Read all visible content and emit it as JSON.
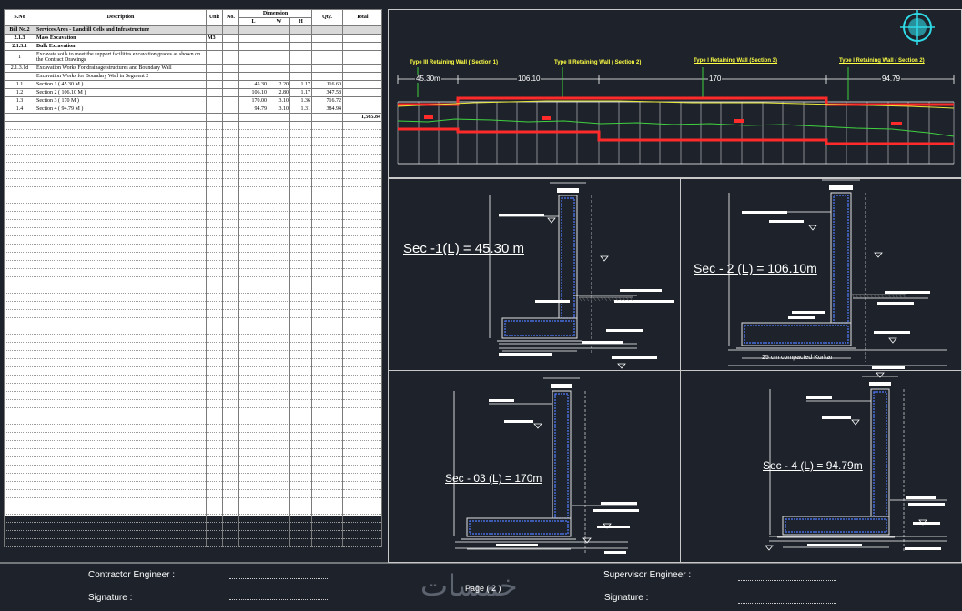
{
  "boq": {
    "headers": {
      "sno": "S.No",
      "description": "Description",
      "unit": "Unit",
      "no": "No.",
      "dimension": "Dimension",
      "l": "L",
      "w": "W",
      "h": "H",
      "qty": "Qty.",
      "total": "Total"
    },
    "rows": [
      {
        "sno": "Bill No.2",
        "desc": "Services Area - Landfill Cells and Infrastructure",
        "unit": "",
        "no": "",
        "l": "",
        "w": "",
        "h": "",
        "qty": "",
        "total": ""
      },
      {
        "sno": "2.1.3",
        "desc": "Mass Excavation",
        "unit": "M3",
        "no": "",
        "l": "",
        "w": "",
        "h": "",
        "qty": "",
        "total": ""
      },
      {
        "sno": "2.1.3.1",
        "desc": "Bulk Excavation",
        "unit": "",
        "no": "",
        "l": "",
        "w": "",
        "h": "",
        "qty": "",
        "total": ""
      },
      {
        "sno": "1",
        "desc": "Excavate soils to meet the support facilities excavation grades as shown on the Contract Drawings",
        "unit": "",
        "no": "",
        "l": "",
        "w": "",
        "h": "",
        "qty": "",
        "total": ""
      },
      {
        "sno": "2.1.3.1d",
        "desc": "Excavation Works For drainage structures and Boundary Wall",
        "unit": "",
        "no": "",
        "l": "",
        "w": "",
        "h": "",
        "qty": "",
        "total": ""
      },
      {
        "sno": "",
        "desc": "Excavation Works for Boundary Wall in Segment 2",
        "unit": "",
        "no": "",
        "l": "",
        "w": "",
        "h": "",
        "qty": "",
        "total": ""
      },
      {
        "sno": "1.1",
        "desc": "Section 1 ( 45.30 M )",
        "unit": "",
        "no": "",
        "l": "45.30",
        "w": "2.20",
        "h": "1.17",
        "qty": "116.60",
        "total": ""
      },
      {
        "sno": "1.2",
        "desc": "Section 2 ( 106.10 M )",
        "unit": "",
        "no": "",
        "l": "106.10",
        "w": "2.80",
        "h": "1.17",
        "qty": "347.58",
        "total": ""
      },
      {
        "sno": "1.3",
        "desc": "Section 3 ( 170 M )",
        "unit": "",
        "no": "",
        "l": "170.00",
        "w": "3.10",
        "h": "1.36",
        "qty": "716.72",
        "total": ""
      },
      {
        "sno": "1.4",
        "desc": "Section 4 ( 94.79  M )",
        "unit": "",
        "no": "",
        "l": "94.79",
        "w": "3.10",
        "h": "1.31",
        "qty": "384.94",
        "total": ""
      },
      {
        "sno": "",
        "desc": "",
        "unit": "",
        "no": "",
        "l": "",
        "w": "",
        "h": "",
        "qty": "",
        "total": "1,565.84"
      }
    ]
  },
  "profile": {
    "types": [
      "Type III Retaining Wall ( Section 1)",
      "Type II Retaining Wall ( Section 2)",
      "Type I Retaining Wall (Section 3)",
      "Type I Retaining Wall ( Section 2)"
    ],
    "dims": [
      "45.30m",
      "106.10",
      "170",
      "94.79"
    ]
  },
  "sections": {
    "sec1": "Sec -1(L) = 45.30 m",
    "sec2": "Sec - 2 (L) = 106.10m",
    "sec3": "Sec - 03 (L) = 170m",
    "sec4": "Sec - 4 (L) = 94.79m",
    "kurkar": "25 cm compacted Kurkar"
  },
  "footer": {
    "contractor": "Contractor Engineer :",
    "signature_left": "Signature :",
    "supervisor": "Supervisor Engineer :",
    "signature_right": "Signature :",
    "page": "Page ( 2 )",
    "watermark": "خمسات"
  },
  "colors": {
    "background": "#1e232b",
    "wall_red": "#ff2a2a",
    "rebar_blue": "#4f7dff",
    "ground_green": "#3fd23f",
    "grade_yellow": "#e8e83a",
    "label_yellow": "#ffff44"
  }
}
